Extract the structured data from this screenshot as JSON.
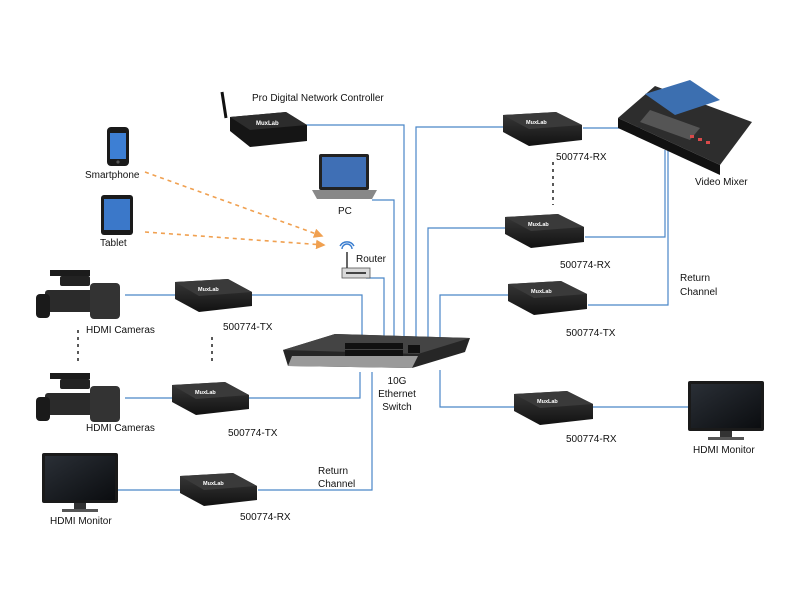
{
  "labels": {
    "controller": "Pro Digital Network Controller",
    "smartphone": "Smartphone",
    "tablet": "Tablet",
    "pc": "PC",
    "router": "Router",
    "cam1": "HDMI Cameras",
    "cam2": "HDMI Cameras",
    "tx1": "500774-TX",
    "tx2": "500774-TX",
    "rx_bottom_left": "500774-RX",
    "monitor_left": "HDMI Monitor",
    "return_left_1": "Return",
    "return_left_2": "Channel",
    "switch_1": "10G",
    "switch_2": "Ethernet",
    "switch_3": "Switch",
    "rx_top": "500774-RX",
    "video_mixer": "Video Mixer",
    "rx_mid": "500774-RX",
    "tx_right": "500774-TX",
    "return_right_1": "Return",
    "return_right_2": "Channel",
    "rx_bottom_right": "500774-RX",
    "monitor_right": "HDMI Monitor"
  },
  "device_brand": "MuxLab",
  "colors": {
    "cable": "#4a86c8",
    "wireless": "#f0a050",
    "device": "#1e1e1e"
  }
}
